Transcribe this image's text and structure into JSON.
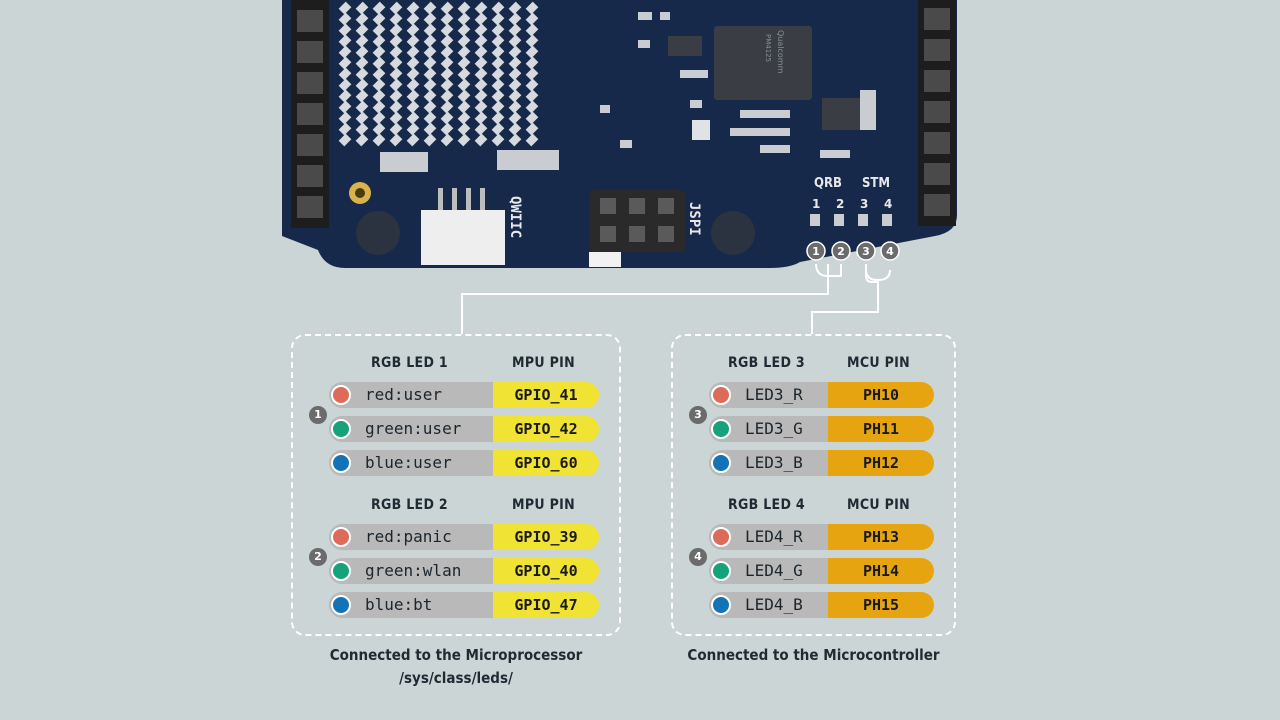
{
  "board": {
    "header_labels": {
      "qrb": "QRB",
      "stm": "STM"
    },
    "pin_numbers": [
      "1",
      "2",
      "3",
      "4"
    ],
    "connector_labels": {
      "qwiic": "QWIIC",
      "jspi": "JSPI"
    },
    "chip_text": [
      "Qualcomm",
      "PM4125"
    ]
  },
  "left": {
    "groups": [
      {
        "badge": "1",
        "led_header": "RGB LED 1",
        "pin_header": "MPU PIN",
        "rows": [
          {
            "name": "red:user",
            "pin": "GPIO_41",
            "color": "#de6b5a"
          },
          {
            "name": "green:user",
            "pin": "GPIO_42",
            "color": "#16a27a"
          },
          {
            "name": "blue:user",
            "pin": "GPIO_60",
            "color": "#1274b6"
          }
        ]
      },
      {
        "badge": "2",
        "led_header": "RGB LED 2",
        "pin_header": "MPU PIN",
        "rows": [
          {
            "name": "red:panic",
            "pin": "GPIO_39",
            "color": "#de6b5a"
          },
          {
            "name": "green:wlan",
            "pin": "GPIO_40",
            "color": "#16a27a"
          },
          {
            "name": "blue:bt",
            "pin": "GPIO_47",
            "color": "#1274b6"
          }
        ]
      }
    ],
    "caption": "Connected to the Microprocessor",
    "path": "/sys/class/leds/"
  },
  "right": {
    "groups": [
      {
        "badge": "3",
        "led_header": "RGB LED 3",
        "pin_header": "MCU PIN",
        "rows": [
          {
            "name": "LED3_R",
            "pin": "PH10",
            "color": "#de6b5a"
          },
          {
            "name": "LED3_G",
            "pin": "PH11",
            "color": "#16a27a"
          },
          {
            "name": "LED3_B",
            "pin": "PH12",
            "color": "#1274b6"
          }
        ]
      },
      {
        "badge": "4",
        "led_header": "RGB LED 4",
        "pin_header": "MCU PIN",
        "rows": [
          {
            "name": "LED4_R",
            "pin": "PH13",
            "color": "#de6b5a"
          },
          {
            "name": "LED4_G",
            "pin": "PH14",
            "color": "#16a27a"
          },
          {
            "name": "LED4_B",
            "pin": "PH15",
            "color": "#1274b6"
          }
        ]
      }
    ],
    "caption": "Connected to the Microcontroller"
  },
  "colors": {
    "background": "#cbd5d5",
    "board": "#17294a",
    "mpu_pin": "#f1e333",
    "mcu_pin": "#e6a410"
  }
}
